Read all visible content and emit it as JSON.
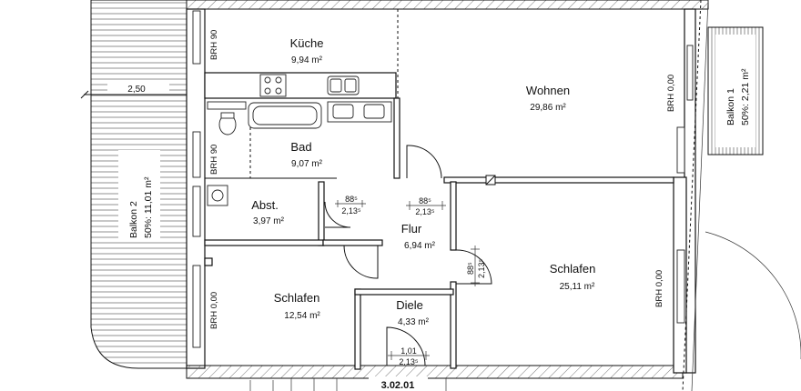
{
  "rooms": {
    "kueche": {
      "name": "Küche",
      "area": "9,94 m²"
    },
    "wohnen": {
      "name": "Wohnen",
      "area": "29,86 m²"
    },
    "bad": {
      "name": "Bad",
      "area": "9,07 m²"
    },
    "abst": {
      "name": "Abst.",
      "area": "3,97 m²"
    },
    "flur": {
      "name": "Flur",
      "area": "6,94 m²"
    },
    "schlafen_left": {
      "name": "Schlafen",
      "area": "12,54 m²"
    },
    "schlafen_right": {
      "name": "Schlafen",
      "area": "25,11 m²"
    },
    "diele": {
      "name": "Diele",
      "area": "4,33 m²"
    }
  },
  "balconies": {
    "balkon1": {
      "name": "Balkon 1",
      "share": "50%: 2,21 m²"
    },
    "balkon2": {
      "name": "Balkon 2",
      "share": "50%: 11,01 m²"
    }
  },
  "dimensions": {
    "balcony_width": "2,50",
    "door_abst": {
      "width": "88⁵",
      "height": "2,13⁵"
    },
    "door_flur": {
      "width": "88⁵",
      "height": "2,13⁵"
    },
    "door_schlafen": {
      "width": "88⁵",
      "height": "2,13⁵"
    },
    "door_entry": {
      "width": "1,01",
      "height": "2,13⁵"
    }
  },
  "window_marks": {
    "kueche": "BRH 90",
    "bad": "BRH 90",
    "schlafen_left": "BRH 0,00",
    "wohnen": "BRH 0,00",
    "schlafen_right": "BRH 0,00"
  },
  "unit_number": "3.02.01"
}
